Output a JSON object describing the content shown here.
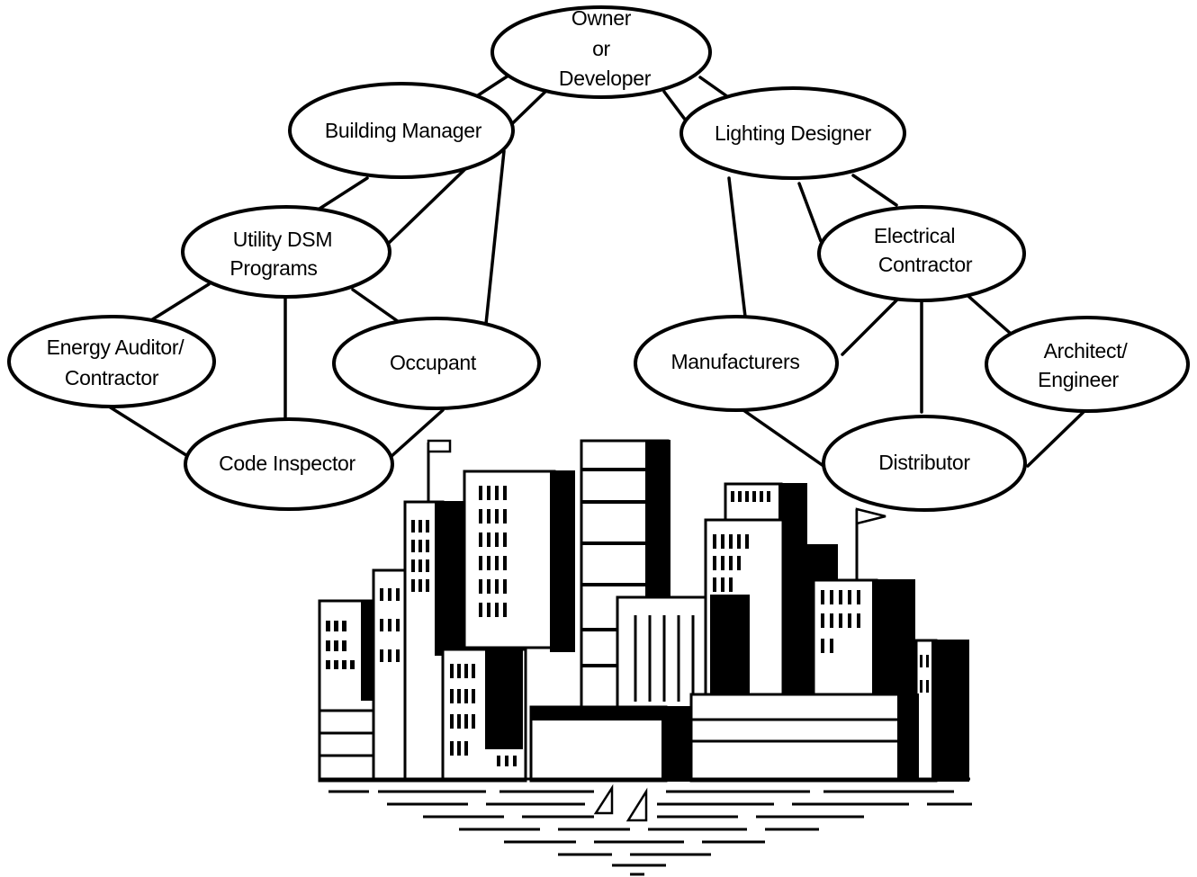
{
  "diagram": {
    "nodes": [
      {
        "id": "owner",
        "lines": [
          "Owner",
          "or",
          "Developer"
        ]
      },
      {
        "id": "building-manager",
        "lines": [
          "Building Manager"
        ]
      },
      {
        "id": "lighting-designer",
        "lines": [
          "Lighting Designer"
        ]
      },
      {
        "id": "utility-dsm",
        "lines": [
          "Utility DSM",
          "Programs"
        ]
      },
      {
        "id": "electrical-contractor",
        "lines": [
          "Electrical",
          "Contractor"
        ]
      },
      {
        "id": "energy-auditor",
        "lines": [
          "Energy Auditor/",
          "Contractor"
        ]
      },
      {
        "id": "occupant",
        "lines": [
          "Occupant"
        ]
      },
      {
        "id": "manufacturers",
        "lines": [
          "Manufacturers"
        ]
      },
      {
        "id": "architect-engineer",
        "lines": [
          "Architect/",
          "Engineer"
        ]
      },
      {
        "id": "code-inspector",
        "lines": [
          "Code Inspector"
        ]
      },
      {
        "id": "distributor",
        "lines": [
          "Distributor"
        ]
      }
    ],
    "edges": [
      [
        "owner",
        "building-manager"
      ],
      [
        "owner",
        "utility-dsm"
      ],
      [
        "owner",
        "lighting-designer"
      ],
      [
        "building-manager",
        "utility-dsm"
      ],
      [
        "building-manager",
        "occupant"
      ],
      [
        "utility-dsm",
        "energy-auditor"
      ],
      [
        "utility-dsm",
        "occupant"
      ],
      [
        "utility-dsm",
        "code-inspector"
      ],
      [
        "energy-auditor",
        "code-inspector"
      ],
      [
        "occupant",
        "code-inspector"
      ],
      [
        "lighting-designer",
        "electrical-contractor"
      ],
      [
        "lighting-designer",
        "manufacturers"
      ],
      [
        "electrical-contractor",
        "manufacturers"
      ],
      [
        "electrical-contractor",
        "distributor"
      ],
      [
        "electrical-contractor",
        "architect-engineer"
      ],
      [
        "manufacturers",
        "distributor"
      ],
      [
        "architect-engineer",
        "distributor"
      ]
    ]
  }
}
